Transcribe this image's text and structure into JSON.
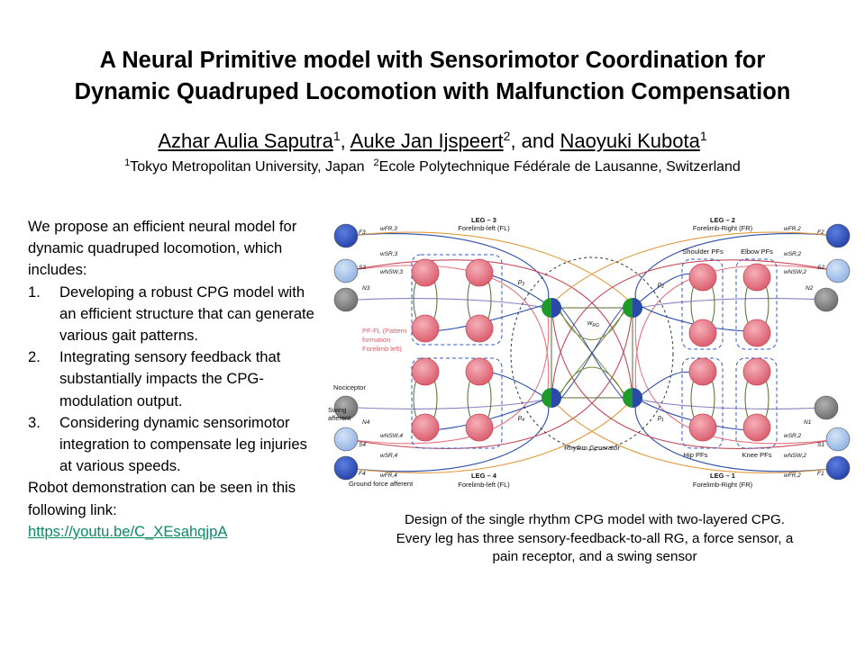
{
  "title": {
    "line1": "A Neural Primitive model with Sensorimotor Coordination for",
    "line2": "Dynamic Quadruped Locomotion with Malfunction Compensation"
  },
  "authors": {
    "a1": "Azhar Aulia Saputra",
    "a1_sup": "1",
    "sep1": ", ",
    "a2": "Auke Jan Ijspeert",
    "a2_sup": "2",
    "sep2": ", and ",
    "a3": "Naoyuki Kubota",
    "a3_sup": "1"
  },
  "affiliations": {
    "s1": "1",
    "t1": "Tokyo Metropolitan University, Japan",
    "s2": "2",
    "t2": "Ecole Polytechnique Fédérale de Lausanne, Switzerland"
  },
  "intro": {
    "lead": "We propose an efficient neural model for dynamic quadruped locomotion, which includes:",
    "items": [
      {
        "num": "1.",
        "text": "Developing a robust CPG model with an efficient structure that can generate various gait patterns."
      },
      {
        "num": "2.",
        "text": "Integrating sensory feedback that substantially impacts the CPG-modulation  output."
      },
      {
        "num": "3.",
        "text": "Considering dynamic sensorimotor integration to compensate leg injuries at various speeds."
      }
    ],
    "demo": "Robot demonstration can be seen in this following link:",
    "link": "https://youtu.be/C_XEsahqjpA"
  },
  "figure": {
    "leg3": "LEG – 3",
    "leg3_sub": "Forelimb-left (FL)",
    "leg2": "LEG – 2",
    "leg2_sub": "Forelimb-Right (FR)",
    "leg4": "LEG – 4",
    "leg4_sub": "Forelimb-left (FL)",
    "leg1": "LEG – 1",
    "leg1_sub": "Forelimb-Right (FR)",
    "shoulder": "Shoulder PFs",
    "elbow": "Elbow PFs",
    "hip": "Hip PFs",
    "knee": "Knee PFs",
    "pf_fl1": "PF-FL (Pattern",
    "pf_fl2": "formation",
    "pf_fl3": "Forelimb left)",
    "nociceptor": "Nociceptor",
    "swing1": "Swing",
    "swing2": "afferent",
    "ground": "Ground force afferent",
    "rg": "Rhythm Generator",
    "wrg": "w",
    "wrg_sub": "RG",
    "p3": "p",
    "p3_sub": "3",
    "p2": "p",
    "p2_sub": "2",
    "p4": "p",
    "p4_sub": "4",
    "p1": "p",
    "p1_sub": "1",
    "F3": "F3",
    "S3": "S3",
    "N3": "N3",
    "F2": "F2",
    "S2": "S2",
    "N2": "N2",
    "N4": "N4",
    "S4": "S4",
    "F4": "F4",
    "N1": "N1",
    "S1": "S1",
    "F1": "F1",
    "wFR3": "wFR,3",
    "wSR3": "wSR,3",
    "wNSW3": "wNSW,3",
    "wFR2": "wFR,2",
    "wSR2": "wSR,2",
    "wNSW2": "wNSW,2",
    "wNSW4": "wNSW,4",
    "wSR4": "wSR,4",
    "wFR4": "wFR,4",
    "wNSW1": "wNSW,2",
    "wSR1": "wSR,2",
    "wFR1": "wFR,2"
  },
  "caption": {
    "l1": "Design of the single rhythm CPG model with two-layered CPG.",
    "l2": "Every leg has three sensory-feedback-to-all RG, a force sensor, a",
    "l3": "pain receptor, and a swing sensor"
  },
  "colors": {
    "neuron": "#e8737f",
    "sensor_dark": "#3357c7",
    "sensor_light": "#9fbde9",
    "nociceptor": "#808080",
    "rg_green": "#1f9a2a",
    "rg_blue": "#2a4aa8",
    "link": "#0a8a6a"
  }
}
